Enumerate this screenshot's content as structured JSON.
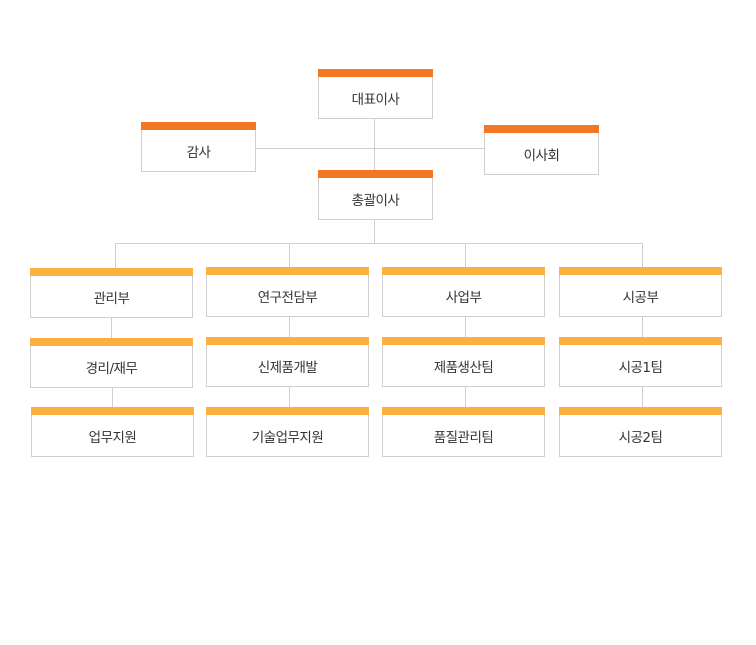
{
  "colors": {
    "executive": "#f47725",
    "department": "#fbb040",
    "line": "#cfcfcf"
  },
  "executives": {
    "ceo": "대표이사",
    "auditor": "감사",
    "board": "이사회",
    "general_director": "총괄이사"
  },
  "departments": [
    {
      "name": "관리부",
      "teams": [
        "경리/재무",
        "업무지원"
      ]
    },
    {
      "name": "연구전담부",
      "teams": [
        "신제품개발",
        "기술업무지원"
      ]
    },
    {
      "name": "사업부",
      "teams": [
        "제품생산팀",
        "품질관리팀"
      ]
    },
    {
      "name": "시공부",
      "teams": [
        "시공1팀",
        "시공2팀"
      ]
    }
  ]
}
